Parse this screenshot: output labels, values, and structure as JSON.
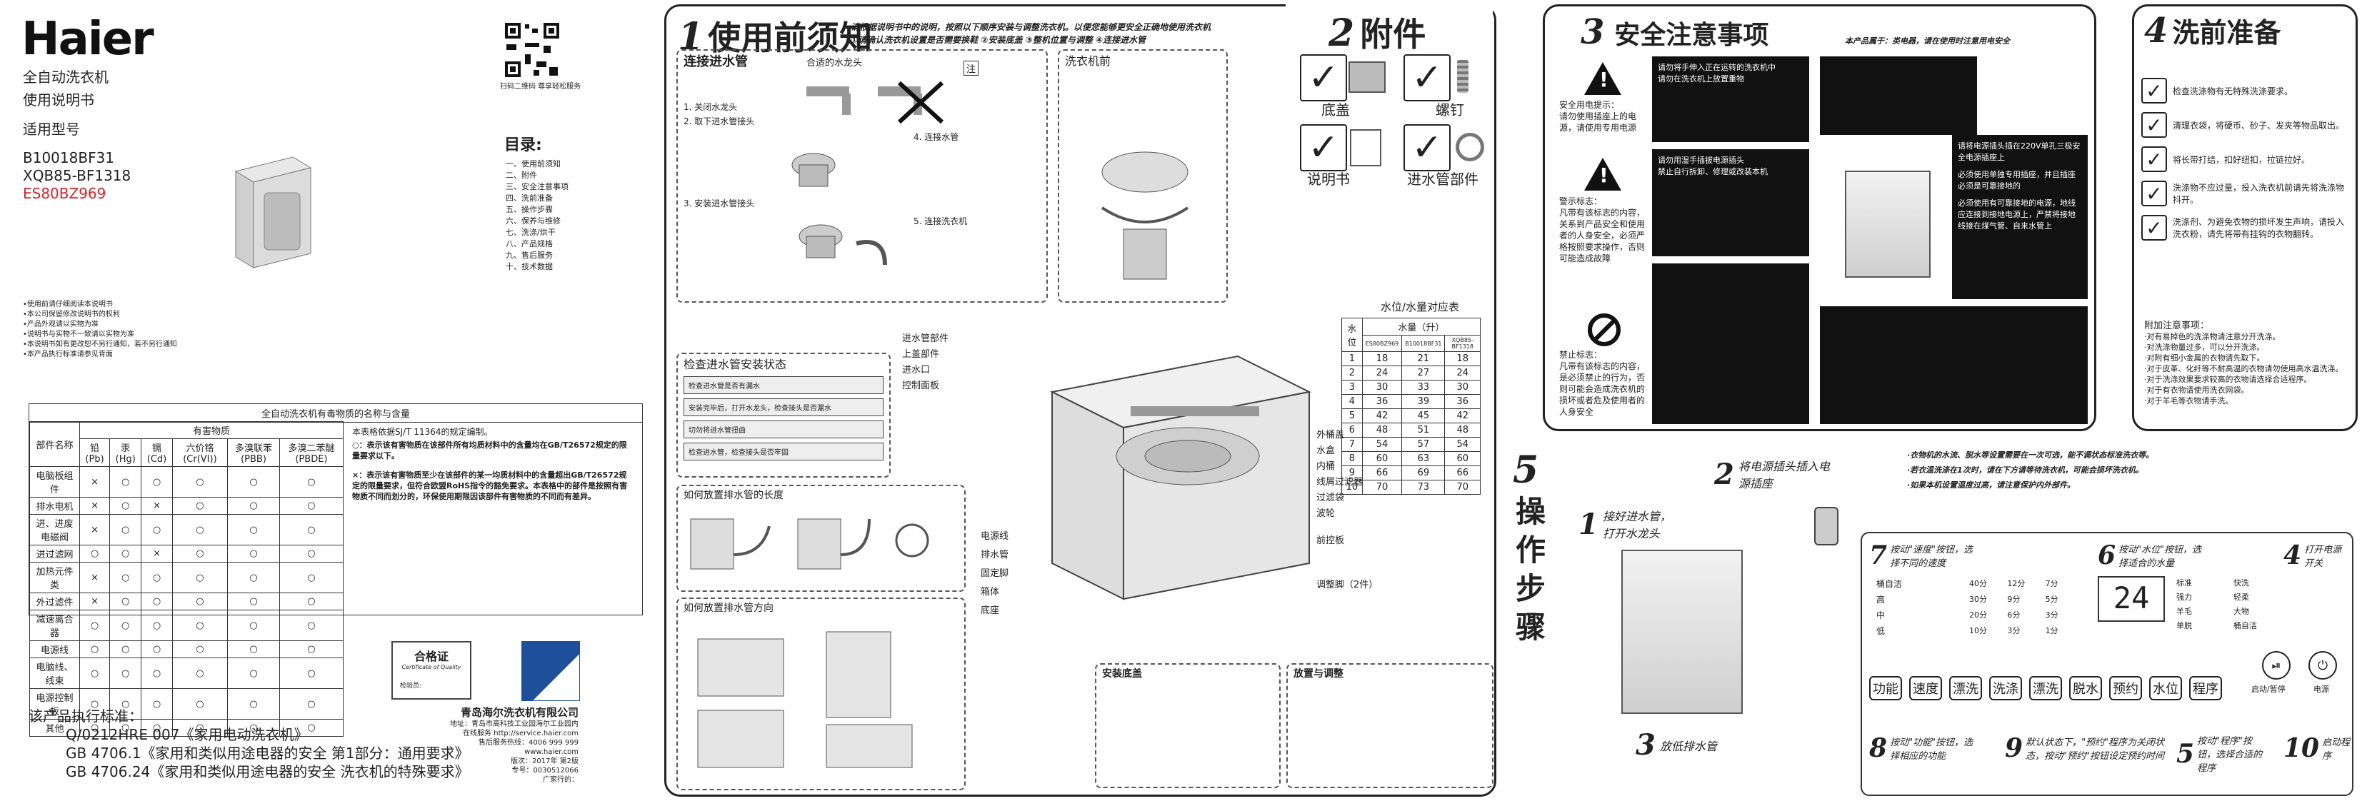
{
  "cover": {
    "brand": "Haier",
    "product": "全自动洗衣机",
    "manual": "使用说明书",
    "applicable": "适用型号",
    "models": [
      "B10018BF31",
      "XQB85-BF1318"
    ],
    "model_red": "ES80BZ969",
    "qr_caption": "扫码二维码 尊享轻松服务",
    "toc_title": "目录:",
    "toc": [
      "一、使用前须知",
      "二、附件",
      "三、安全注意事项",
      "四、洗前准备",
      "五、操作步骤",
      "六、保养与维修",
      "七、洗涤/烘干",
      "八、产品规格",
      "九、售后服务",
      "十、技术数据"
    ],
    "notes": [
      "•使用前请仔细阅读本说明书",
      "•本公司保留修改说明书的权利",
      "•产品外观请以实物为准",
      "•说明书与实物不一致请以实物为准",
      "•本说明书如有更改恕不另行通知，若不另行通知",
      "•本产品执行标准请参见背面"
    ]
  },
  "hazard": {
    "title": "全自动洗衣机有毒物质的名称与含量",
    "col_head": "有害物质",
    "cols": [
      "部件名称",
      "铅(Pb)",
      "汞(Hg)",
      "镉(Cd)",
      "六价铬(Cr(VI))",
      "多溴联苯(PBB)",
      "多溴二苯醚(PBDE)"
    ],
    "rows": [
      [
        "电脑板组件",
        "×",
        "○",
        "○",
        "○",
        "○",
        "○"
      ],
      [
        "排水电机",
        "×",
        "○",
        "×",
        "○",
        "○",
        "○"
      ],
      [
        "进、进废电磁阀",
        "×",
        "○",
        "○",
        "○",
        "○",
        "○"
      ],
      [
        "进过滤网",
        "○",
        "○",
        "×",
        "○",
        "○",
        "○"
      ],
      [
        "加热元件类",
        "×",
        "○",
        "○",
        "○",
        "○",
        "○"
      ],
      [
        "外过滤件",
        "×",
        "○",
        "○",
        "○",
        "○",
        "○"
      ],
      [
        "减速离合器",
        "○",
        "○",
        "○",
        "○",
        "○",
        "○"
      ],
      [
        "电源线",
        "○",
        "○",
        "○",
        "○",
        "○",
        "○"
      ],
      [
        "电脑线、线束",
        "○",
        "○",
        "○",
        "○",
        "○",
        "○"
      ],
      [
        "电源控制板",
        "○",
        "○",
        "○",
        "○",
        "○",
        "○"
      ],
      [
        "其他",
        "○",
        "○",
        "○",
        "○",
        "○",
        "○"
      ]
    ],
    "note_head": "本表格依据SJ/T 11364的规定编制。",
    "notes": [
      "○：表示该有害物质在该部件所有均质材料中的含量均在GB/T26572规定的限量要求以下。",
      "×：表示该有害物质至少在该部件的某一均质材料中的含量超出GB/T26572规定的限量要求，但符合欧盟RoHS指令的豁免要求。本表格中的部件是按照有害物质不同而划分的，环保使用期限因该部件有害物质的不同而有差异。"
    ]
  },
  "cert": {
    "title": "合格证",
    "subtitle": "Certificate of Quality",
    "inspector": "检验员:"
  },
  "standards": {
    "head": "该产品执行标准：",
    "lines": [
      "Q/0212HRE 007《家用电动洗衣机》",
      "GB 4706.1《家用和类似用途电器的安全 第1部分：通用要求》",
      "GB 4706.24《家用和类似用途电器的安全 洗衣机的特殊要求》"
    ]
  },
  "company": {
    "name": "青岛海尔洗衣机有限公司",
    "addr": "地址：青岛市高科技工业园海尔工业园内",
    "web_label": "在线服务",
    "web": "http://service.haier.com",
    "hotline_label": "售后服务热线：",
    "hotline": "4006 999 999",
    "site": "www.haier.com",
    "code1": "版次：",
    "date": "2017年 第2版",
    "code2": "专号：",
    "code3": "0030512066",
    "made": "广家行的："
  },
  "sec1": {
    "num": "1",
    "title": "使用前须知",
    "intro": "请根据说明书中的说明，按照以下顺序安装与调整洗衣机。以便您能够更安全正确地使用洗衣机",
    "steps": "①请确认洗衣机设置是否需要换鞋 ②安装底盖 ③整机位置与调整 ④连接进水管",
    "water_title": "连接进水管",
    "faucet_label": "合适的水龙头",
    "note_label": "注",
    "water_steps": [
      "1. 关闭水龙头",
      "2. 取下进水管接头",
      "3. 安装进水管接头",
      "4. 连接水管",
      "5. 连接洗衣机"
    ],
    "cloth_title": "洗衣机前",
    "check_title": "检查进水管安装状态",
    "check_items": [
      "检查进水管是否有漏水",
      "安装完毕后，打开水龙头，检查接头是否漏水",
      "切勿将进水管扭曲",
      "检查进水管，检查接头是否牢固"
    ],
    "level_title": "水位/水量对应表",
    "level_head": [
      "水位",
      "水量（升）"
    ],
    "level_rows": [
      [
        "1",
        "18",
        "21",
        "18"
      ],
      [
        "2",
        "24",
        "27",
        "24"
      ],
      [
        "3",
        "30",
        "33",
        "30"
      ],
      [
        "4",
        "36",
        "39",
        "36"
      ],
      [
        "5",
        "42",
        "45",
        "42"
      ],
      [
        "6",
        "48",
        "51",
        "48"
      ],
      [
        "7",
        "54",
        "57",
        "54"
      ],
      [
        "8",
        "60",
        "63",
        "60"
      ],
      [
        "9",
        "66",
        "69",
        "66"
      ],
      [
        "10",
        "70",
        "73",
        "70"
      ]
    ],
    "parts": [
      "进水管部件",
      "上盖部件",
      "进水口",
      "控制面板",
      "外桶盖",
      "水盒",
      "内桶",
      "线屑过滤器",
      "过滤袋",
      "波轮",
      "前控板",
      "调整脚（2件）"
    ],
    "parts_left": [
      "电源线",
      "排水管",
      "固定脚",
      "箱体",
      "底座"
    ],
    "drain_title": "如何放置排水管的长度",
    "drain2_title": "如何放置排水管方向",
    "install_title": "安装底盖",
    "place_title": "放置与调整"
  },
  "sec2": {
    "num": "2",
    "title": "附件",
    "items": [
      "底盖",
      "螺钉",
      "说明书",
      "进水管部件"
    ]
  },
  "sec3": {
    "num": "3",
    "title": "安全注意事项",
    "subtitle": "本产品属于：类电器，请在使用时注意用电安全",
    "blocks": [
      {
        "head": "安全用电提示：",
        "body": "请勿使用插座上的电源，请使用专用电源"
      },
      {
        "head": "警示标志：",
        "body": "凡带有该标志的内容，关系到产品安全和使用者的人身安全，必须严格按照要求操作，否则可能造成故障"
      },
      {
        "head": "禁止标志：",
        "body": "凡带有该标志的内容，是必须禁止的行为，否则可能会造成洗衣机的损坏或者危及使用者的人身安全"
      }
    ],
    "grounding": [
      "请将电源插头插在220V单孔三极安全电源插座上",
      "必须使用单独专用插座，并且插座必须是可靠接地的",
      "必须使用有可靠接地的电源，地线应连接到接地电源上，严禁将接地线接在煤气管、自来水管上"
    ],
    "warnings": [
      "请勿将手伸入正在运转的洗衣机中",
      "请勿在洗衣机上放置重物",
      "请勿用湿手插拔电源插头",
      "禁止自行拆卸、修理或改装本机"
    ]
  },
  "sec4": {
    "num": "4",
    "title": "洗前准备",
    "items": [
      "检查洗涤物有无特殊洗涤要求。",
      "清理衣袋，将硬币、砂子、发夹等物品取出。",
      "将长带打结，扣好纽扣，拉链拉好。",
      "洗涤物不应过量，投入洗衣机前请先将洗涤物抖开。",
      "洗涤剂、为避免衣物的损坏发生声响，请投入洗衣粉，请先将带有挂钩的衣物翻转。"
    ],
    "note_head": "附加注意事项：",
    "notes": [
      "·对有易掉色的洗涤物请注意分开洗涤。",
      "·对洗涤物量过多，可以分开洗涤。",
      "·对附有细小金属的衣物请先取下。",
      "·对于皮革、化纤等不耐高温的衣物请勿使用高水温洗涤。",
      "·对于洗涤效果要求较高的衣物请选择合适程序。",
      "·对于有衣物请使用洗衣网袋。",
      "·对于羊毛等衣物请手洗。"
    ]
  },
  "sec5": {
    "num": "5",
    "title": "操作步骤",
    "steps": [
      {
        "n": "1",
        "t": "接好进水管，打开水龙头"
      },
      {
        "n": "2",
        "t": "将电源插头插入电源插座"
      },
      {
        "n": "3",
        "t": "放低排水管"
      },
      {
        "n": "4",
        "t": "打开电源开关"
      },
      {
        "n": "5",
        "t": "按动\"程序\"按钮，选择合适的程序"
      },
      {
        "n": "6",
        "t": "按动\"水位\"按钮，选择适合的水量"
      },
      {
        "n": "7",
        "t": "按动\"速度\"按钮，选择不同的速度"
      },
      {
        "n": "8",
        "t": "按动\"功能\"按钮，选择相应的功能"
      },
      {
        "n": "9",
        "t": "默认状态下，\"预约\"程序为关闭状态，按动\"预约\"按钮设定预约时间"
      },
      {
        "n": "10",
        "t": "启动程序"
      }
    ],
    "notes": [
      "·衣物机的水流、脱水等设置需要在一次可选，能不调状态标准洗衣等。",
      "·若衣温洗涤在1次时，请在下方请等待洗衣机，可能会损坏洗衣机。",
      "·如果本机设置温度过高，请注意保护内外部件。"
    ],
    "panel": {
      "buttons": [
        "功能",
        "速度",
        "漂洗",
        "洗涤",
        "漂洗",
        "脱水",
        "预约",
        "水位",
        "程序"
      ],
      "display": "24",
      "start": "启动/暂停",
      "power": "电源",
      "labels_left": [
        "桶自洁",
        "高",
        "中",
        "低"
      ],
      "levels": [
        "40分",
        "30分",
        "20分",
        "10分",
        "12分",
        "9分",
        "6分",
        "3分",
        "7分",
        "5分",
        "3分",
        "1分"
      ],
      "prog": [
        "标准",
        "快洗",
        "强力",
        "轻柔",
        "羊毛",
        "大物",
        "单脱",
        "桶自洁"
      ]
    }
  }
}
